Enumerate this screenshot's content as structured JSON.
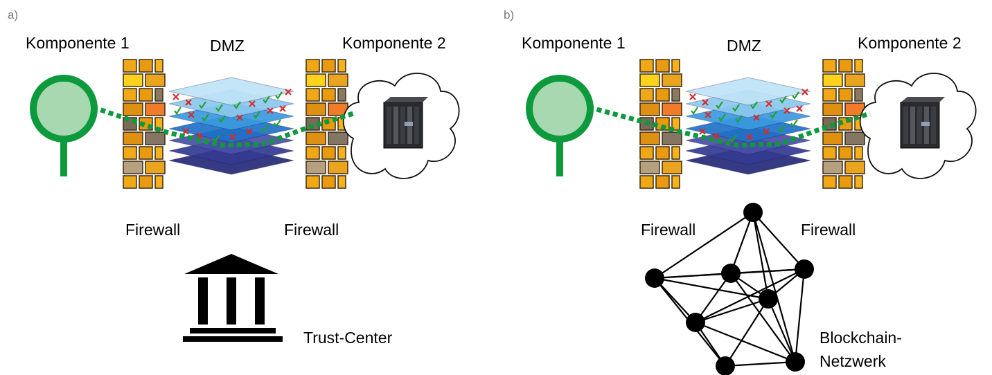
{
  "panels": [
    {
      "letter": "a)",
      "component_1": "Komponente 1",
      "dmz": "DMZ",
      "component_2": "Komponente 2",
      "firewall_left": "Firewall",
      "firewall_right": "Firewall",
      "trust_center": "Trust-Center"
    },
    {
      "letter": "b)",
      "component_1": "Komponente 1",
      "dmz": "DMZ",
      "component_2": "Komponente 2",
      "firewall_left": "Firewall",
      "firewall_right": "Firewall",
      "blockchain_line1": "Blockchain-",
      "blockchain_line2": "Netzwerk"
    }
  ],
  "colors": {
    "key_green": "#0c9a3c",
    "key_fill": "#a8d8b0",
    "brick": "#e8a317",
    "mortar": "#3b2a14",
    "layer_dark": "#2a2a80",
    "layer_light": "#bfe3f7",
    "check_green": "#22a22a",
    "cross_red": "#d62a2a"
  },
  "icons": [
    "key-icon",
    "firewall-icon",
    "dmz-layers-icon",
    "cloud-server-icon",
    "bank-icon",
    "network-graph-icon"
  ]
}
